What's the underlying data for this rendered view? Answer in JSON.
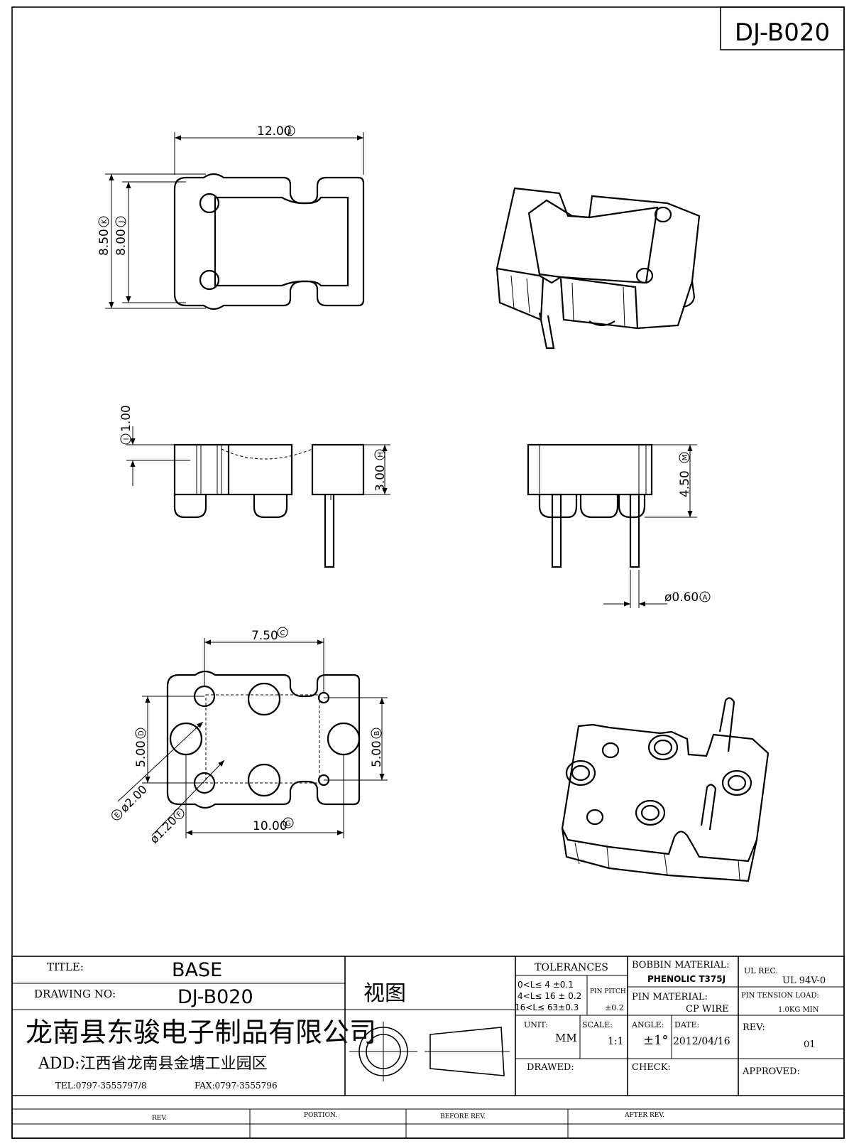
{
  "drawing_code": "DJ-B020",
  "dimensions": {
    "top_width": "12.00",
    "top_width_tag": "L",
    "top_height_outer": "8.50",
    "top_height_outer_tag": "K",
    "top_height_inner": "8.00",
    "top_height_inner_tag": "J",
    "side_flange": "1.00",
    "side_flange_tag": "I",
    "side_height": "3.00",
    "side_height_tag": "H",
    "front_height": "4.50",
    "front_height_tag": "M",
    "pin_dia": "ø0.60",
    "pin_dia_tag": "A",
    "bottom_pitch_top": "7.50",
    "bottom_pitch_top_tag": "C",
    "bottom_left_span": "5.00",
    "bottom_left_span_tag": "D",
    "bottom_right_span": "5.00",
    "bottom_right_span_tag": "B",
    "boss_dia": "ø2.00",
    "boss_dia_tag": "E",
    "hole_dia": "ø1.20",
    "hole_dia_tag": "F",
    "bottom_pitch": "10.00",
    "bottom_pitch_tag": "G"
  },
  "title_block": {
    "title_label": "TITLE:",
    "title_value": "BASE",
    "drawing_no_label": "DRAWING NO:",
    "drawing_no_value": "DJ-B020",
    "view_label": "视图",
    "company": "龙南县东骏电子制品有限公司",
    "address": "ADD:江西省龙南县金塘工业园区",
    "tel": "TEL:0797-3555797/8",
    "fax": "FAX:0797-3555796",
    "tolerances_label": "TOLERANCES",
    "tol_row1": "0<L≤ 4  ±0.1",
    "tol_row2": "4<L≤ 16 ± 0.2",
    "tol_row3": "16<L≤ 63±0.3",
    "pin_pitch_label": "PIN PITCH",
    "pin_pitch_value": "±0.2",
    "bobbin_material_label": "BOBBIN MATERIAL:",
    "bobbin_material_value": "PHENOLIC T375J",
    "ul_rec_label": "UL REC.",
    "ul_rec_value": "UL  94V-0",
    "pin_material_label": "PIN MATERIAL:",
    "pin_material_value": "CP WIRE",
    "pin_tension_label": "PIN TENSION LOAD:",
    "pin_tension_value": "1.0KG MIN",
    "unit_label": "UNIT:",
    "unit_value": "MM",
    "scale_label": "SCALE:",
    "scale_value": "1:1",
    "angle_label": "ANGLE:",
    "angle_value": "±1°",
    "date_label": "DATE:",
    "date_value": "2012/04/16",
    "rev_label": "REV:",
    "rev_value": "01",
    "drawed_label": "DRAWED:",
    "check_label": "CHECK:",
    "approved_label": "APPROVED:",
    "footer_rev": "REV.",
    "footer_portion": "PORTION.",
    "footer_before": "BEFORE REV.",
    "footer_after": "AFTER REV."
  }
}
